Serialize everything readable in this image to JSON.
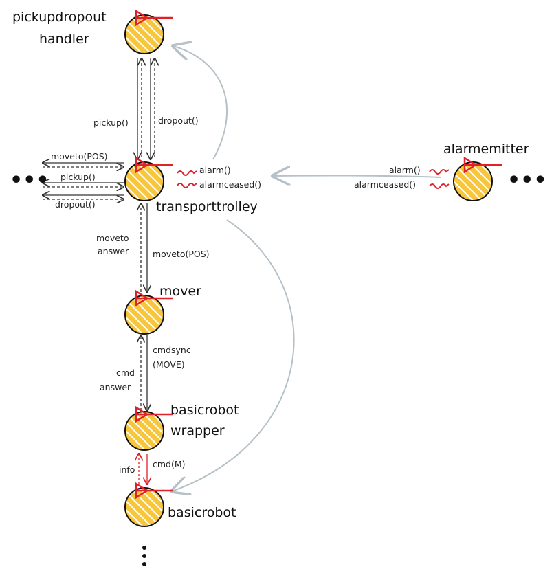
{
  "colors": {
    "node_fill": "#f7c63d",
    "node_hatch": "#ffffff",
    "node_stroke": "#111111",
    "actor_flag": "#e0202a",
    "arrow": "#333333",
    "arc": "#b5c0c7",
    "event": "#e0202a"
  },
  "nodes": {
    "pickupdropout": {
      "label_line1": "pickupdropout",
      "label_line2": "handler"
    },
    "transporttrolley": {
      "label": "transporttrolley"
    },
    "mover": {
      "label": "mover"
    },
    "basicrobotwrapper": {
      "label_line1": "basicrobot",
      "label_line2": "wrapper"
    },
    "basicrobot": {
      "label": "basicrobot"
    },
    "alarmemitter": {
      "label": "alarmemitter"
    }
  },
  "messages": {
    "pickup_down": "pickup()",
    "dropout_down": "dropout()",
    "left_moveto": "moveto(POS)",
    "left_pickup": "pickup()",
    "left_dropout": "dropout()",
    "moveto_answer_1": "moveto",
    "moveto_answer_2": "answer",
    "moveto_request": "moveto(POS)",
    "cmd_answer_1": "cmd",
    "cmd_answer_2": "answer",
    "cmdsync_1": "cmdsync",
    "cmdsync_2": "(MOVE)",
    "info": "info",
    "cmd_m": "cmd(M)"
  },
  "events": {
    "trolley_alarm": "alarm()",
    "trolley_alarmceased": "alarmceased()",
    "emitter_alarm": "alarm()",
    "emitter_alarmceased": "alarmceased()"
  },
  "ellipses": {
    "left": "•••",
    "right": "•••",
    "bottom": "•••"
  }
}
